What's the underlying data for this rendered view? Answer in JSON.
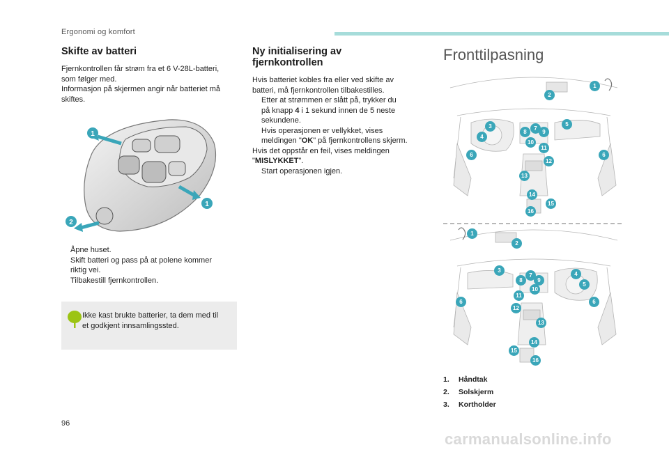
{
  "header": {
    "section": "Ergonomi og komfort"
  },
  "col1": {
    "title": "Skifte av batteri",
    "intro": [
      "Fjernkontrollen får strøm fra et 6 V-28L-batteri,",
      "som følger med.",
      "Informasjon på skjermen angir når batteriet må",
      "skiftes."
    ],
    "steps": [
      {
        "marker": "",
        "lines": [
          "Åpne huset."
        ]
      },
      {
        "marker": "",
        "lines": [
          "Skift batteri og pass på at polene kommer",
          "riktig vei."
        ]
      },
      {
        "marker": "",
        "lines": [
          "Tilbakestill fjernkontrollen."
        ]
      }
    ],
    "callout": [
      "Ikke kast brukte batterier, ta dem med til",
      "et godkjent innsamlingssted."
    ],
    "figure_callouts": [
      "1",
      "1",
      "2"
    ]
  },
  "col2": {
    "title_lines": [
      "Ny initialisering av",
      "fjernkontrollen"
    ],
    "intro": [
      "Hvis batteriet kobles fra eller ved skifte av",
      "batteri, må fjernkontrollen tilbakestilles."
    ],
    "step1": {
      "marker": "",
      "l1": "Etter at strømmen er slått på, trykker du",
      "l2_pre": "på knapp ",
      "l2_bold": "4",
      "l2_post": " i 1 sekund innen de 5 neste",
      "l3": "sekundene.",
      "l4": " Hvis operasjonen er vellykket, vises",
      "l5_pre": "meldingen \"",
      "l5_bold": "OK",
      "l5_post": "\" på fjernkontrollens skjerm."
    },
    "fail": {
      "l1": "Hvis det oppstår en feil, vises meldingen",
      "l2_pre": "\"",
      "l2_bold": "MISLYKKET",
      "l2_post": "\"."
    },
    "step2": {
      "marker": "",
      "text": "Start operasjonen igjen."
    }
  },
  "col3": {
    "title": "Fronttilpasning",
    "fig1_labels": [
      "1",
      "2",
      "3",
      "4",
      "5",
      "6",
      "6",
      "7",
      "8",
      "9",
      "10",
      "11",
      "12",
      "13",
      "14",
      "15",
      "16"
    ],
    "fig2_labels": [
      "1",
      "2",
      "3",
      "4",
      "5",
      "6",
      "6",
      "7",
      "8",
      "9",
      "10",
      "11",
      "12",
      "13",
      "14",
      "15",
      "16"
    ],
    "legend": [
      {
        "n": "1.",
        "label": "Håndtak"
      },
      {
        "n": "2.",
        "label": "Solskjerm"
      },
      {
        "n": "3.",
        "label": "Kortholder"
      }
    ]
  },
  "footer": {
    "page": "96",
    "watermark": "carmanualsonline.info"
  },
  "colors": {
    "accent_bar": "#a6dcda",
    "callout_badge": "#3aa6b9",
    "eco_leaf": "#9cc414",
    "callout_bg": "#ececec"
  }
}
